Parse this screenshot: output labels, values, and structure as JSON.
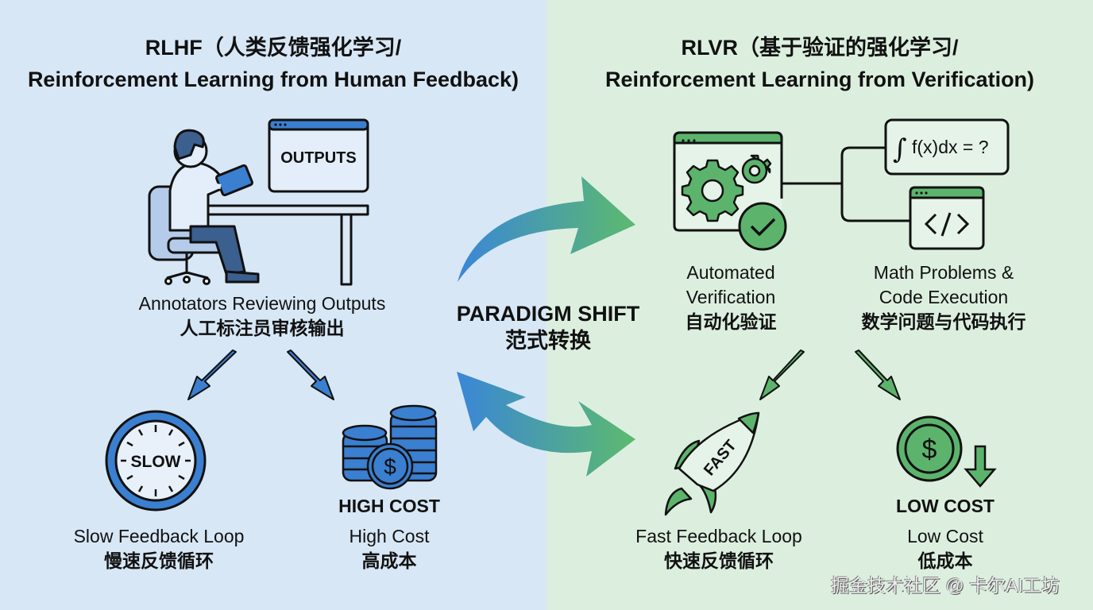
{
  "left": {
    "title_line1": "RLHF（人类反馈强化学习/",
    "title_line2": "Reinforcement Learning from Human Feedback)",
    "accent_color": "#3a7fd0",
    "screen_label": "OUTPUTS",
    "annotators": {
      "en": "Annotators Reviewing Outputs",
      "zh": "人工标注员审核输出"
    },
    "slow": {
      "icon_text": "SLOW",
      "en": "Slow Feedback Loop",
      "zh": "慢速反馈循环"
    },
    "cost": {
      "caption": "HIGH COST",
      "en": "High Cost",
      "zh": "高成本"
    }
  },
  "right": {
    "title_line1": "RLVR（基于验证的强化学习/",
    "title_line2": "Reinforcement Learning from Verification)",
    "accent_color": "#5cb46c",
    "math_formula": "f(x)dx = ?",
    "verification": {
      "en_line1": "Automated",
      "en_line2": "Verification",
      "zh": "自动化验证"
    },
    "problems": {
      "en_line1": "Math Problems &",
      "en_line2": "Code Execution",
      "zh": "数学问题与代码执行"
    },
    "fast": {
      "icon_text": "FAST",
      "en": "Fast Feedback Loop",
      "zh": "快速反馈循环"
    },
    "cost": {
      "caption": "LOW COST",
      "en": "Low Cost",
      "zh": "低成本"
    }
  },
  "center": {
    "en": "PARADIGM SHIFT",
    "zh": "范式转换"
  },
  "watermark": "掘金技术社区 @ 卡尔AI工坊"
}
